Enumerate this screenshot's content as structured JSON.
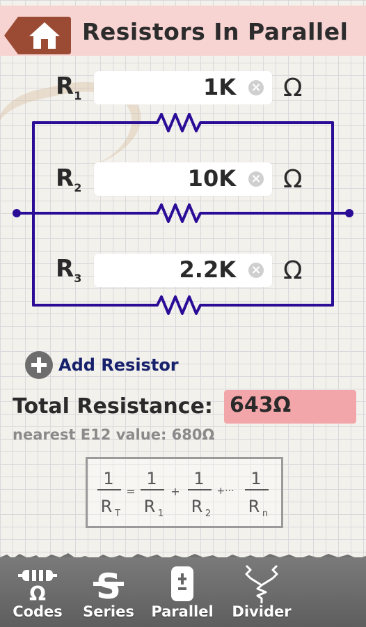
{
  "header": {
    "title": "Resistors In Parallel",
    "home_icon": "home-icon"
  },
  "resistors": [
    {
      "label": "R",
      "sub": "1",
      "value": "1K",
      "unit": "Ω"
    },
    {
      "label": "R",
      "sub": "2",
      "value": "10K",
      "unit": "Ω"
    },
    {
      "label": "R",
      "sub": "3",
      "value": "2.2K",
      "unit": "Ω"
    }
  ],
  "add_resistor": {
    "label": "Add Resistor"
  },
  "result": {
    "label": "Total Resistance:",
    "value": "643Ω",
    "nearest": "nearest E12 value: 680Ω"
  },
  "formula": {
    "one": "1",
    "rt": "R",
    "rt_sub": "T",
    "r1": "R",
    "r1_sub": "1",
    "r2": "R",
    "r2_sub": "2",
    "rn": "R",
    "rn_sub": "n",
    "eq": "=",
    "plus": "+",
    "dots": "+···"
  },
  "tabs": [
    {
      "label": "Codes",
      "icon": "resistor-codes-icon"
    },
    {
      "label": "Series",
      "icon": "series-icon"
    },
    {
      "label": "Parallel",
      "icon": "parallel-icon"
    },
    {
      "label": "Divider",
      "icon": "divider-icon"
    }
  ],
  "colors": {
    "wire": "#2a0c97",
    "header_bg": "#f7d3d2",
    "home_btn": "#9b4b33",
    "result_bg": "#f3a6a9"
  }
}
